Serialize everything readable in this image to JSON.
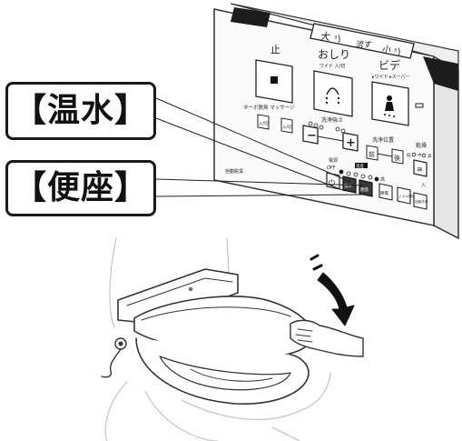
{
  "callouts": {
    "warm_water": "【温水】",
    "seat": "【便座】"
  },
  "panel": {
    "tab_large": "大",
    "tab_flush": "流す",
    "tab_small": "小",
    "stop_label": "止",
    "oshiri_label": "おしり",
    "oshiri_sub": "ワイド 入/切",
    "bidet_label": "ビデ",
    "bidet_sub": "▸ワイド ▸スーパー",
    "turbo_massage": "ターボ脱臭  マッサージ",
    "btn_on_off_1": "入/切",
    "btn_on_off_2": "入/切",
    "pressure_label": "洗浄強さ",
    "minus": "−",
    "plus": "+",
    "position_label": "洗浄位置",
    "front": "前",
    "back": "後",
    "dry_label": "乾燥",
    "dry_low": "低",
    "dry_mid": "中",
    "dry_high": "高",
    "auto_label": "自動脱臭",
    "power_label": "電源",
    "off_label": "OFF",
    "temp_label": "温度",
    "temp_high": "高",
    "btn_warm": "温水",
    "btn_seat": "便座",
    "btn_power_save": "節電",
    "btn_nozzle": "ノズル掃除",
    "btn_auto": "自動洗浄",
    "on_label": "入"
  }
}
